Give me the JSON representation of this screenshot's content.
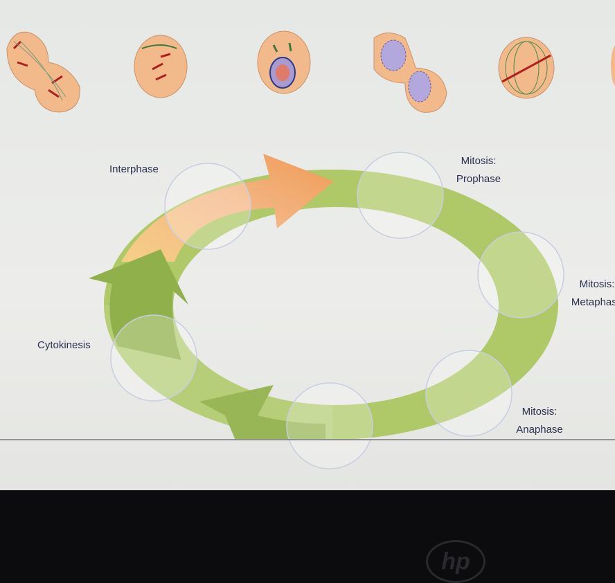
{
  "labels": {
    "interphase": "Interphase",
    "prophase_1": "Mitosis:",
    "prophase_2": "Prophase",
    "metaphase_1": "Mitosis:",
    "metaphase_2": "Metaphase",
    "anaphase_1": "Mitosis:",
    "anaphase_2": "Anaphase",
    "cytokinesis": "Cytokinesis"
  },
  "logo": "hp",
  "colors": {
    "cell": "#f2b98a",
    "ring_green": "#a6c255",
    "arrow_orange": "#f0a05a",
    "label": "#2a3050"
  }
}
